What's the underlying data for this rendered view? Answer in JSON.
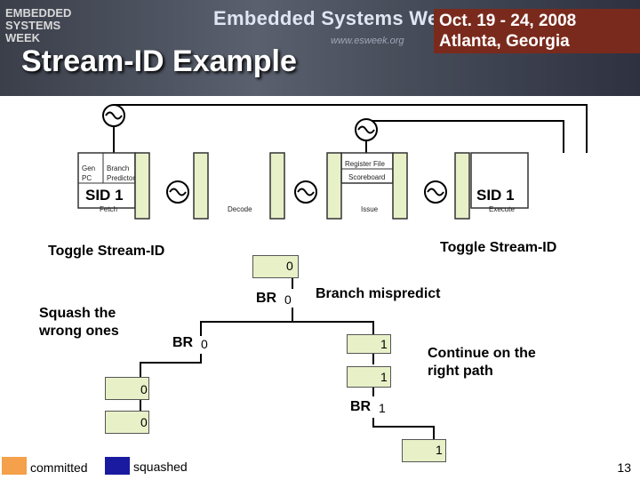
{
  "header": {
    "logo": [
      "EMBEDDED",
      "SYSTEMS",
      "WEEK"
    ],
    "conference": "Embedded Systems Week",
    "url": "www.esweek.org",
    "dates": [
      "Oct. 19 - 24, 2008",
      "Atlanta, Georgia"
    ],
    "title": "Stream-ID Example"
  },
  "pipeline": {
    "gen_pc": [
      "Gen",
      "PC"
    ],
    "branch_predictor": [
      "Branch",
      "Predictor"
    ],
    "fetch": "Fetch",
    "decode": "Decode",
    "issue": "Issue",
    "register_file": "Register File",
    "scoreboard": "Scoreboard",
    "execute": "Execute",
    "sid_left": "SID",
    "sid_left_value": "1",
    "sid_right": "SID",
    "sid_right_value": "1"
  },
  "annotations": {
    "toggle_left": "Toggle Stream-ID",
    "toggle_right": "Toggle Stream-ID",
    "squash": [
      "Squash the",
      "wrong ones"
    ],
    "branch_mispredict": "Branch mispredict",
    "continue": [
      "Continue on the",
      "right path"
    ]
  },
  "instructions": {
    "top": "0",
    "br_top_tag": "BR",
    "br_top_value": "0",
    "br_left_tag": "BR",
    "br_left_value": "0",
    "wrong1": "0",
    "wrong2": "0",
    "right1": "1",
    "right2": "1",
    "br_right_tag": "BR",
    "br_right_value": "1",
    "right3": "1"
  },
  "legend": {
    "committed": "committed",
    "committed_color": "#f5a04a",
    "squashed": "squashed",
    "squashed_color": "#1a1aa0"
  },
  "page_number": "13"
}
